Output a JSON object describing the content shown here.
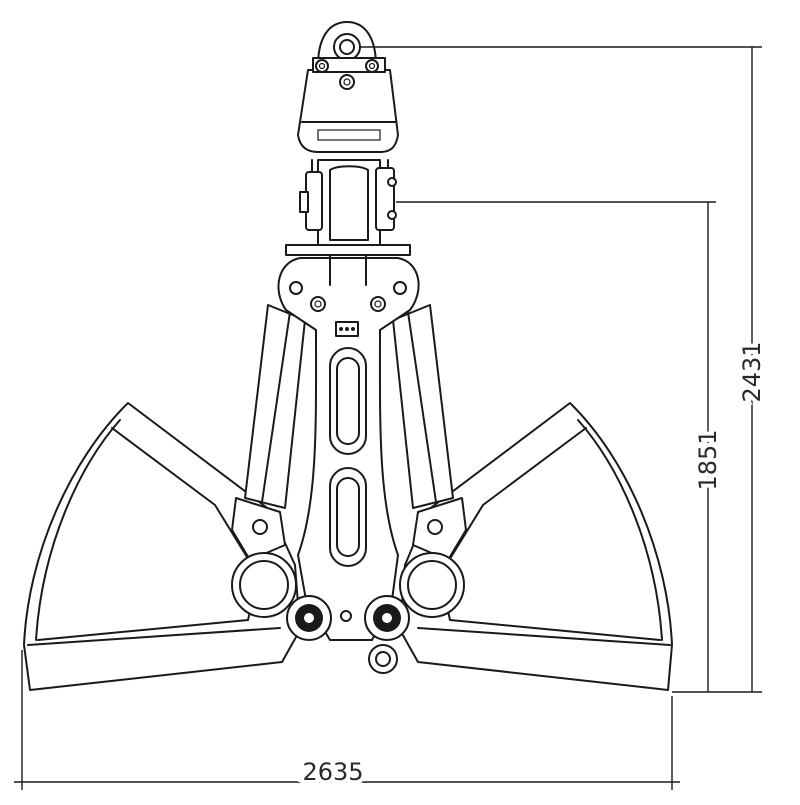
{
  "dimensions": {
    "overall_width": "2635",
    "lower_height": "1851",
    "overall_height": "2431"
  }
}
